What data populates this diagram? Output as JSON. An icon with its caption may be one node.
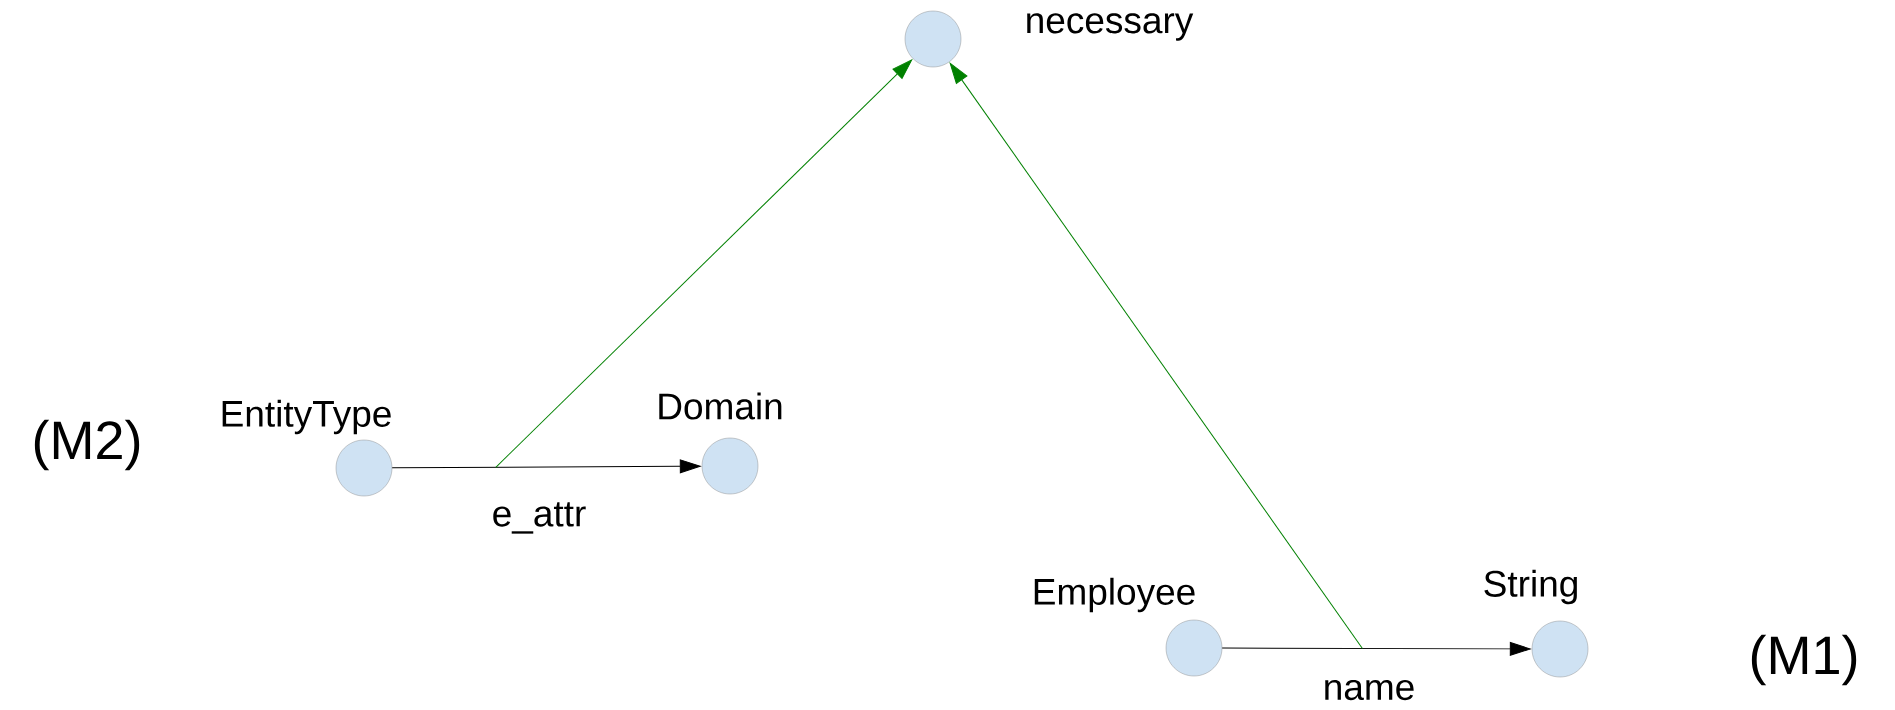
{
  "diagram": {
    "nodes": [
      {
        "text": [
          "necessary"
        ]
      },
      {
        "text": [
          "EntityType"
        ]
      },
      {
        "text": [
          "Domain"
        ]
      },
      {
        "text": [
          "Employee"
        ]
      },
      {
        "text": [
          "String"
        ]
      }
    ],
    "edges": [
      {
        "from": 1,
        "to": 2,
        "arrow": "to",
        "label": "e_attr"
      },
      {
        "from": 3,
        "to": 4,
        "arrow": "to",
        "label": "name"
      },
      {
        "from": null,
        "to": 0,
        "arrow": "to",
        "color": "#008000"
      },
      {
        "from": null,
        "to": 0,
        "arrow": "to",
        "color": "#008000"
      }
    ],
    "labels": [
      "(M2)",
      "(M1)"
    ]
  }
}
